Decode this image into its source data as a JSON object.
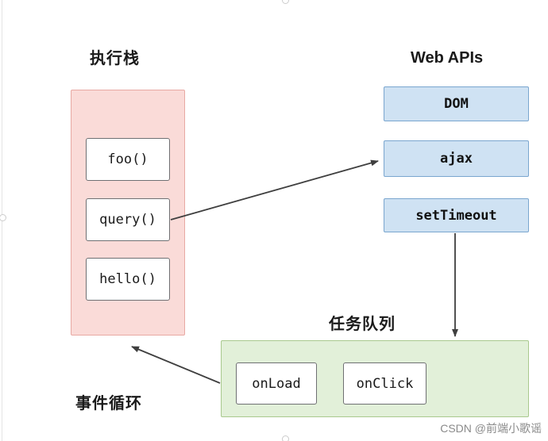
{
  "diagram": {
    "titles": {
      "call_stack": "执行栈",
      "web_apis": "Web APIs",
      "task_queue": "任务队列",
      "event_loop": "事件循环"
    },
    "call_stack_frames": [
      {
        "label": "foo()"
      },
      {
        "label": "query()"
      },
      {
        "label": "hello()"
      }
    ],
    "web_apis": [
      {
        "label": "DOM"
      },
      {
        "label": "ajax"
      },
      {
        "label": "setTimeout"
      }
    ],
    "task_queue": [
      {
        "label": "onLoad"
      },
      {
        "label": "onClick"
      }
    ],
    "arrows": [
      {
        "name": "query-to-ajax"
      },
      {
        "name": "settimeout-to-queue"
      },
      {
        "name": "queue-to-stack"
      }
    ],
    "colors": {
      "stack_fill": "#fadbd8",
      "stack_border": "#e8a9a3",
      "queue_fill": "#e2f0d9",
      "queue_border": "#a9c98e",
      "api_fill": "#cfe2f3",
      "api_border": "#7aa6cf",
      "arrow": "#3f3f3f",
      "text": "#1a1a1a"
    }
  },
  "watermark": "CSDN @前端小歌谣"
}
